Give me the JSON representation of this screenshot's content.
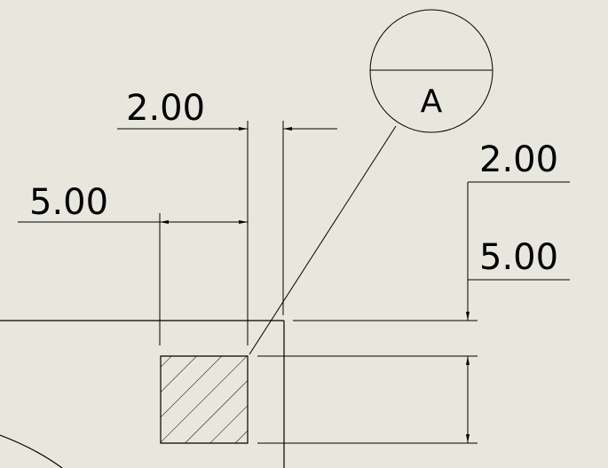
{
  "drawing": {
    "dimensions": {
      "horizontal_small": "2.00",
      "horizontal_large": "5.00",
      "vertical_small": "2.00",
      "vertical_large": "5.00"
    },
    "detail_bubble_label": "A",
    "colors": {
      "background": "#e8e7dd",
      "line": "#000000",
      "hatch": "#000000"
    }
  }
}
